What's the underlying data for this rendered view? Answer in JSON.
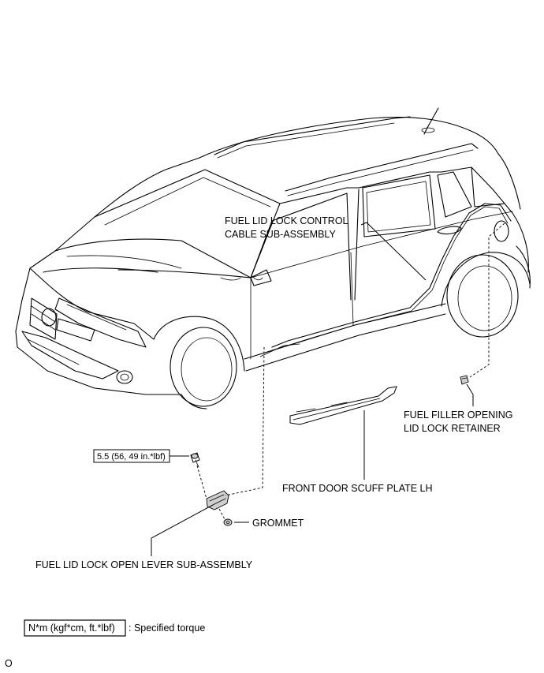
{
  "labels": {
    "cable_line1": "FUEL LID LOCK CONTROL",
    "cable_line2": "CABLE SUB-ASSEMBLY",
    "retainer_line1": "FUEL FILLER OPENING",
    "retainer_line2": "LID LOCK RETAINER",
    "scuff_plate": "FRONT DOOR SCUFF PLATE LH",
    "grommet": "GROMMET",
    "open_lever": "FUEL LID LOCK OPEN LEVER SUB-ASSEMBLY"
  },
  "torque": {
    "value": "5.5 (56, 49 in.*lbf)"
  },
  "legend": {
    "unit_box": "N*m (kgf*cm, ft.*lbf)",
    "description": ": Specified torque"
  },
  "footer": {
    "code": "O"
  }
}
